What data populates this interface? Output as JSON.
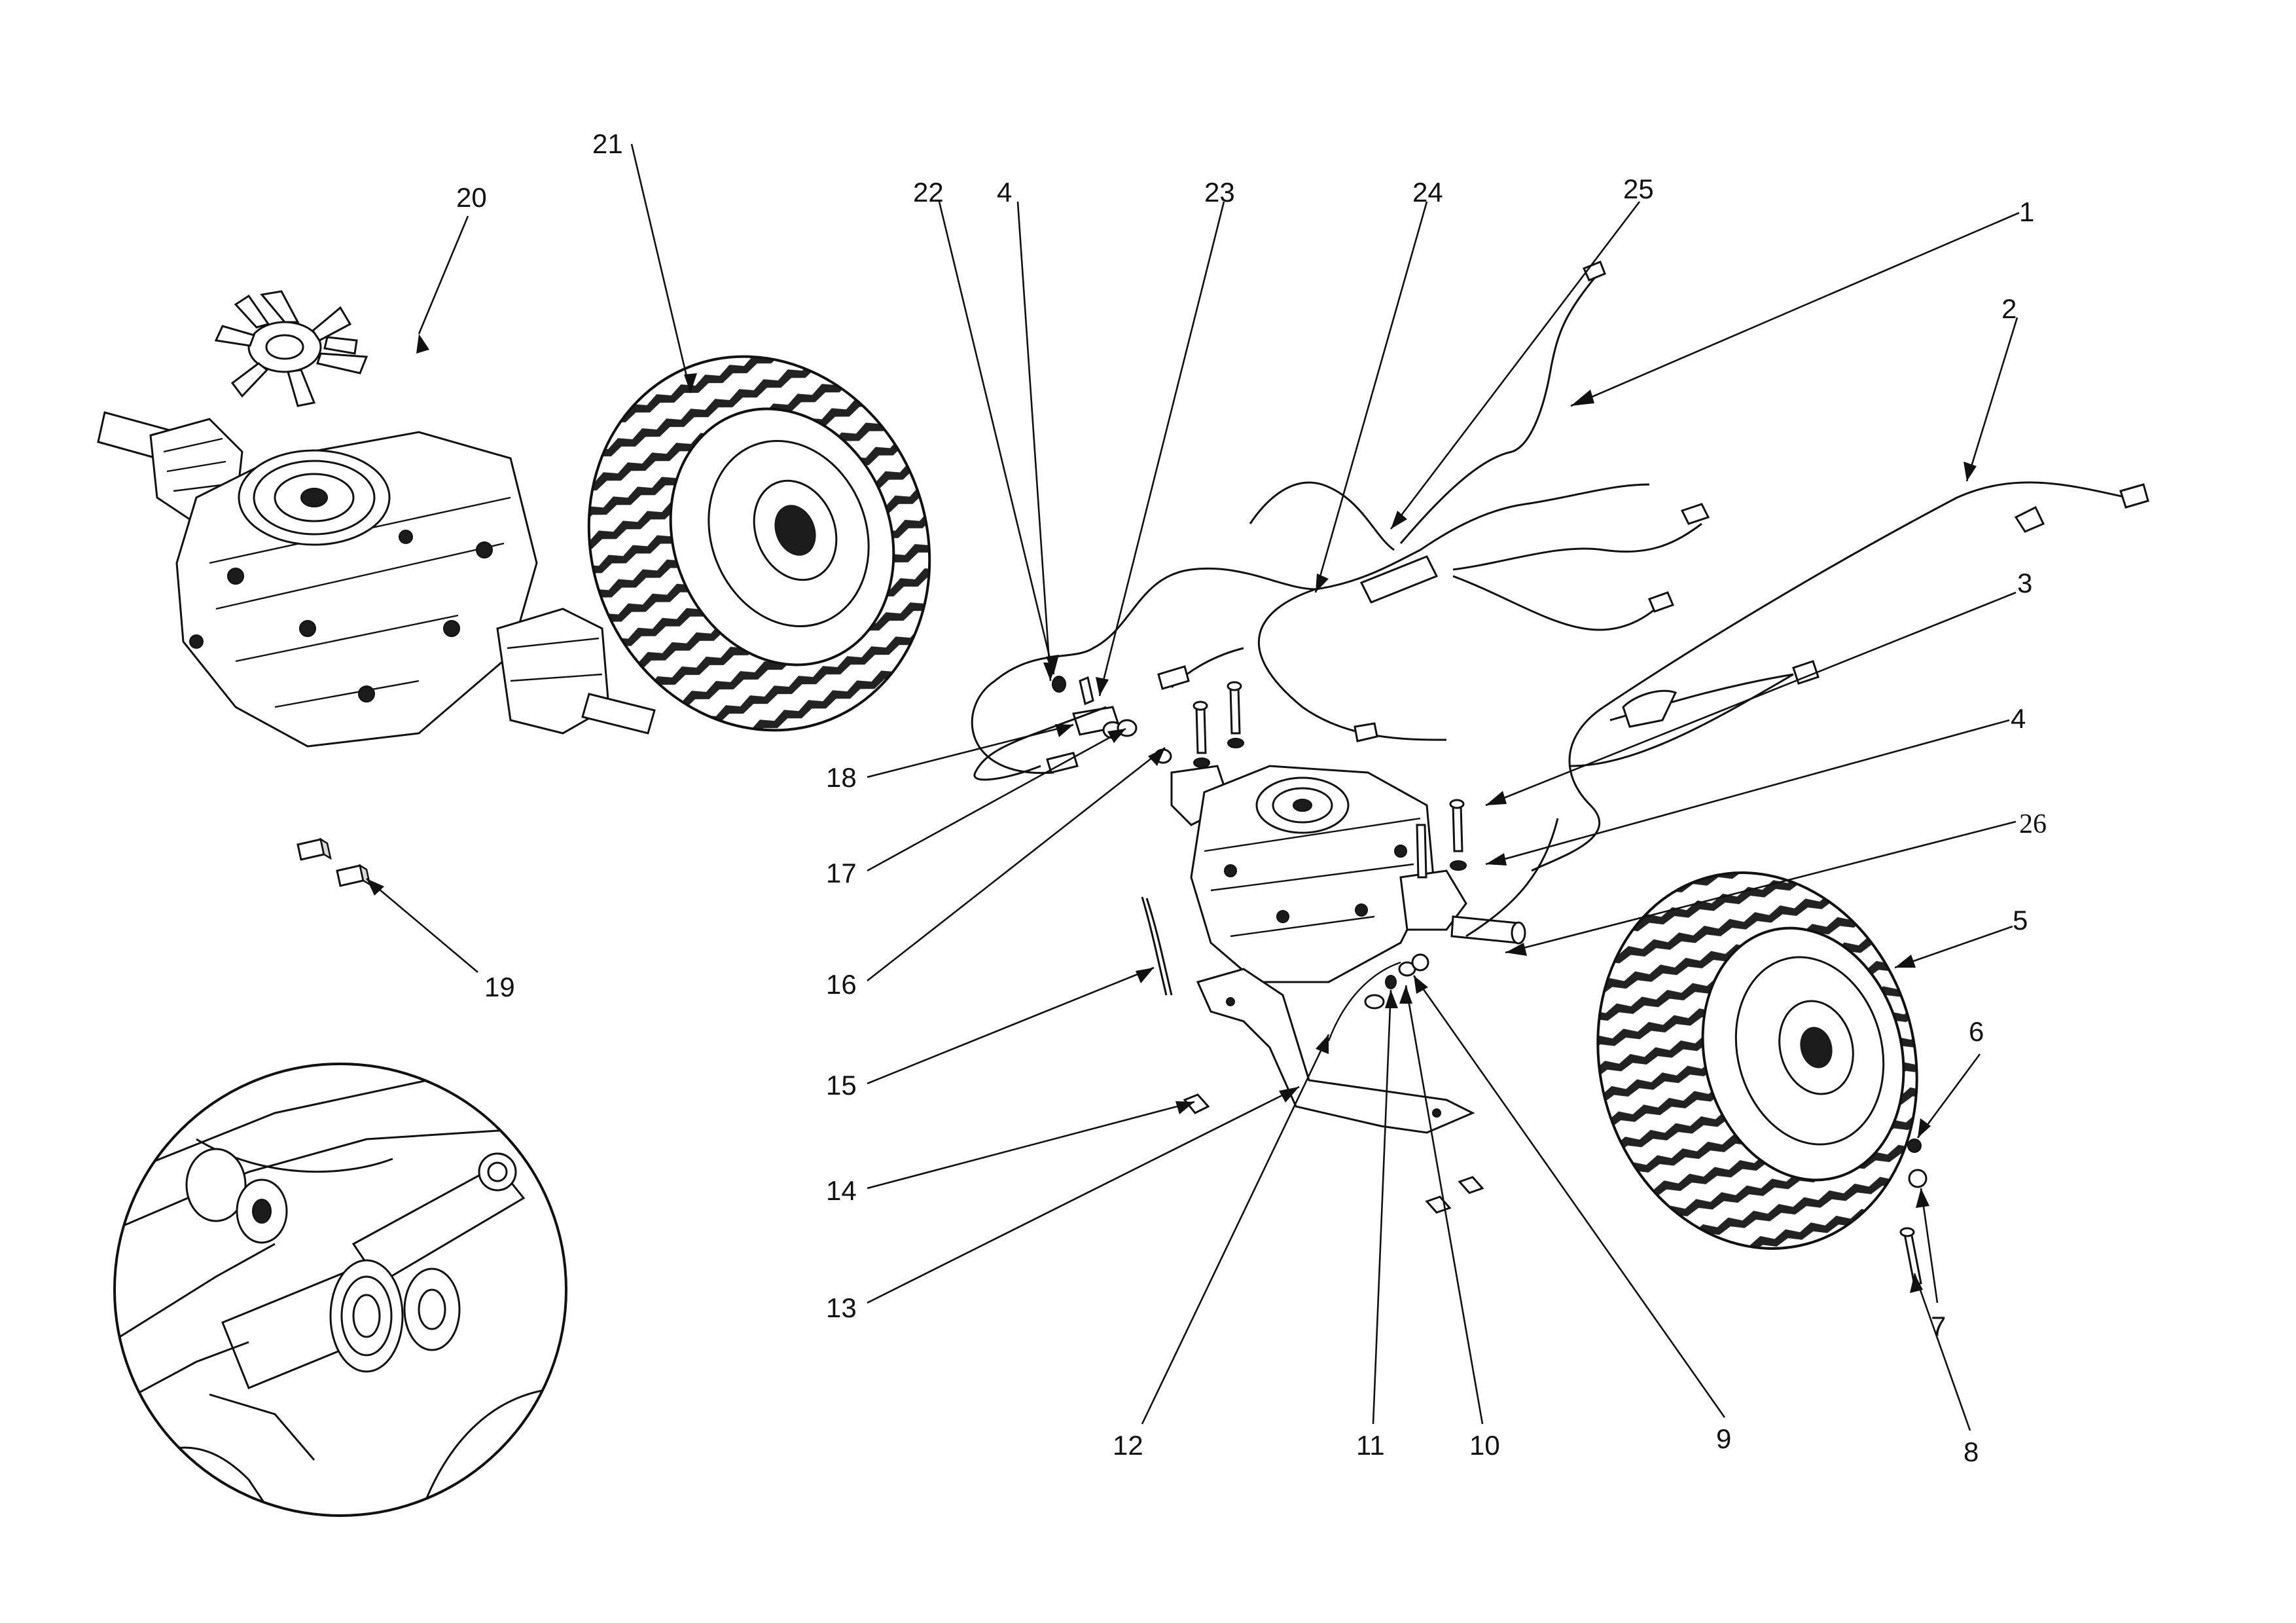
{
  "callouts": [
    {
      "id": "c1",
      "label": "1"
    },
    {
      "id": "c2",
      "label": "2"
    },
    {
      "id": "c3",
      "label": "3"
    },
    {
      "id": "c4a",
      "label": "4"
    },
    {
      "id": "c4b",
      "label": "4"
    },
    {
      "id": "c5",
      "label": "5"
    },
    {
      "id": "c6",
      "label": "6"
    },
    {
      "id": "c7",
      "label": "7"
    },
    {
      "id": "c8",
      "label": "8"
    },
    {
      "id": "c9",
      "label": "9"
    },
    {
      "id": "c10",
      "label": "10"
    },
    {
      "id": "c11",
      "label": "11"
    },
    {
      "id": "c12",
      "label": "12"
    },
    {
      "id": "c13",
      "label": "13"
    },
    {
      "id": "c14",
      "label": "14"
    },
    {
      "id": "c15",
      "label": "15"
    },
    {
      "id": "c16",
      "label": "16"
    },
    {
      "id": "c17",
      "label": "17"
    },
    {
      "id": "c18",
      "label": "18"
    },
    {
      "id": "c19",
      "label": "19"
    },
    {
      "id": "c20",
      "label": "20"
    },
    {
      "id": "c21",
      "label": "21"
    },
    {
      "id": "c22",
      "label": "22"
    },
    {
      "id": "c23",
      "label": "23"
    },
    {
      "id": "c24",
      "label": "24"
    },
    {
      "id": "c25",
      "label": "25"
    },
    {
      "id": "c26",
      "label": "26"
    }
  ]
}
